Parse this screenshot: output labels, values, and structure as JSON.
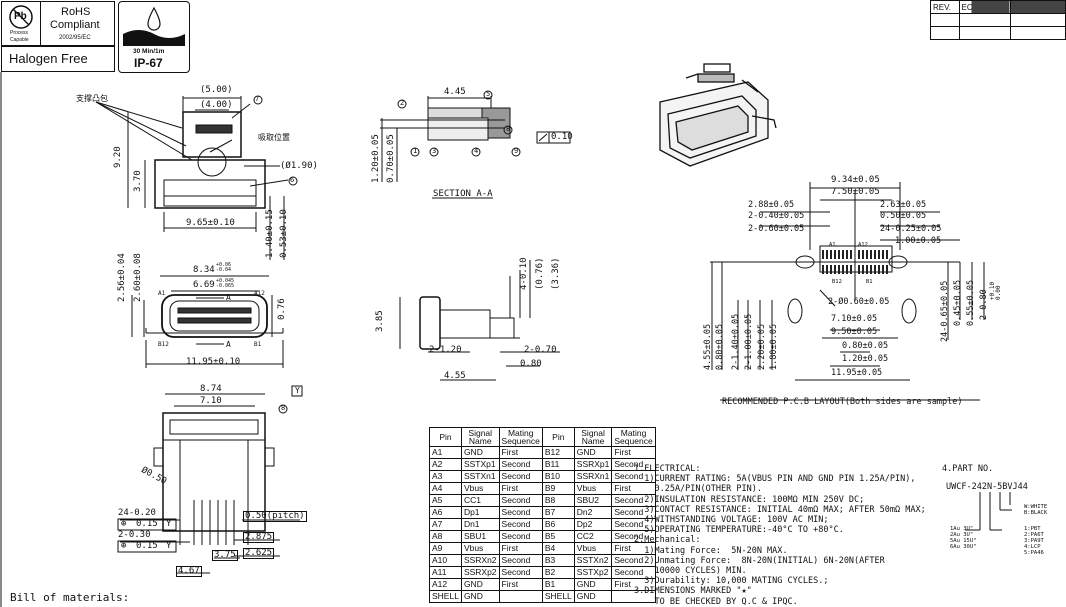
{
  "badges": {
    "pb": {
      "symbol": "Pb",
      "line1": "Process",
      "line2": "Capable"
    },
    "rohs": {
      "line1": "RoHS",
      "line2": "Compliant",
      "line3": "2002/95/EC"
    },
    "halogen": "Halogen Free",
    "ip": {
      "depth": "30 Min/1m",
      "rating": "IP-67"
    }
  },
  "revision_block": {
    "rev_label": "REV.",
    "ec_label": "EC"
  },
  "front_view": {
    "label_support": "支撑凸包",
    "label_pickup": "吸取位置",
    "d_5_00": "(5.00)",
    "d_4_00": "(4.00)",
    "callout_7": "7",
    "callout_6": "6",
    "d_phi190": "(Ø1.90)",
    "d_9_20": "9.20",
    "d_3_70": "3.70",
    "d_9_65": "9.65±0.10",
    "d_1_40": "1.40±0.15",
    "d_0_53": "0.53±0.10"
  },
  "section_view": {
    "d_4_45": "4.45",
    "d_1_20": "1.20±0.05",
    "d_0_70": "0.70±0.05",
    "flat": "0.10",
    "callouts": [
      "1",
      "2",
      "3",
      "4",
      "5",
      "8",
      "9"
    ],
    "title": "SECTION A-A"
  },
  "opening_view": {
    "d_8_34": "8.34",
    "d_8_34_tol": "+0.06\n-0.04",
    "d_6_69": "6.69",
    "d_6_69_tol": "+0.045\n-0.065",
    "d_2_56": "2.56±0.04",
    "d_2_60": "2.60±0.08",
    "d_0_76": "0.76",
    "d_11_95": "11.95±0.10",
    "pin_a1": "A1",
    "pin_a12": "A12",
    "pin_b12": "B12",
    "pin_b1": "B1",
    "sec_a": "A"
  },
  "side_view": {
    "d_4_010": "4-0.10",
    "d_076": "(0.76)",
    "d_336": "(3.36)",
    "d_385": "3.85",
    "d_2_120": "2-1.20",
    "d_2_070": "2-0.70",
    "d_080": "0.80",
    "d_455": "4.55"
  },
  "bottom_view": {
    "d_874": "8.74",
    "d_710": "7.10",
    "datum_y": "Y",
    "callout_8": "8",
    "d_phi050": "Ø0.50",
    "d_24_020": "24-0.20",
    "tol_1": "0.15",
    "d_2_030": "2-0.30",
    "tol_2": "0.15",
    "pitch": "0.50(pitch)",
    "d_2875": "2.875",
    "d_2625": "2.625",
    "d_375": "3.75",
    "d_467": "4.67",
    "bom": "Bill of materials:"
  },
  "pcb_layout": {
    "d_934": "9.34±0.05",
    "d_750": "7.50±0.05",
    "d_288": "2.88±0.05",
    "d_2_040": "2-0.40±0.05",
    "d_2_060": "2-0.60±0.05",
    "d_263": "2.63±0.05",
    "d_050": "0.50±0.05",
    "d_24_025": "24-0.25±0.05",
    "d_100": "1.00±0.05",
    "pin_a1": "A1",
    "pin_a12": "A12",
    "pin_b12": "B12",
    "pin_b1": "B1",
    "d_2_060b": "2-Ø0.60±0.05",
    "d_710": "7.10±0.05",
    "d_950": "9.50±0.05",
    "d_080": "0.80±0.05",
    "d_120": "1.20±0.05",
    "d_1195": "11.95±0.05",
    "v_455": "4.55±0.05",
    "v_080": "0.80±0.05",
    "v_2_140": "2-1.40±0.05",
    "v_2_100": "2-1.00±0.05",
    "v_220": "2.20±0.05",
    "v_180": "1.80±0.05",
    "v_24_065": "24-0.65±0.05",
    "v_045": "0.45±0.05",
    "v_055": "0.55±0.05",
    "v_2_080": "2-0.80",
    "v_2_080_tol": "+0.10\n0.00",
    "title": "RECOMMENDED P.C.B LAYOUT(Both sides are sample)"
  },
  "pin_table": {
    "headers": [
      "Pin",
      "Signal\nName",
      "Mating\nSequence",
      "Pin",
      "Signal\nName",
      "Mating\nSequence"
    ],
    "rows": [
      [
        "A1",
        "GND",
        "First",
        "B12",
        "GND",
        "First"
      ],
      [
        "A2",
        "SSTXp1",
        "Second",
        "B11",
        "SSRXp1",
        "Second"
      ],
      [
        "A3",
        "SSTXn1",
        "Second",
        "B10",
        "SSRXn1",
        "Second"
      ],
      [
        "A4",
        "Vbus",
        "First",
        "B9",
        "Vbus",
        "First"
      ],
      [
        "A5",
        "CC1",
        "Second",
        "B8",
        "SBU2",
        "Second"
      ],
      [
        "A6",
        "Dp1",
        "Second",
        "B7",
        "Dn2",
        "Second"
      ],
      [
        "A7",
        "Dn1",
        "Second",
        "B6",
        "Dp2",
        "Second"
      ],
      [
        "A8",
        "SBU1",
        "Second",
        "B5",
        "CC2",
        "Second"
      ],
      [
        "A9",
        "Vbus",
        "First",
        "B4",
        "Vbus",
        "First"
      ],
      [
        "A10",
        "SSRXn2",
        "Second",
        "B3",
        "SSTXn2",
        "Second"
      ],
      [
        "A11",
        "SSRXp2",
        "Second",
        "B2",
        "SSTXp2",
        "Second"
      ],
      [
        "A12",
        "GND",
        "First",
        "B1",
        "GND",
        "First"
      ],
      [
        "SHELL",
        "GND",
        "",
        "SHELL",
        "GND",
        ""
      ]
    ]
  },
  "notes": {
    "text": "1.ELECTRICAL:\n  1)CURRENT RATING: 5A(VBUS PIN AND GND PIN 1.25A/PIN),\n    0.25A/PIN(OTHER PIN).\n  2)INSULATION RESISTANCE: 100MΩ MIN 250V DC;\n  3)CONTACT RESISTANCE: INITIAL 40mΩ MAX; AFTER 50mΩ MAX;\n  4)WITHSTANDING VOLTAGE: 100V AC MIN;\n  5)OPERATING TEMPERATURE:-40°C TO +80°C.\n2.Mechanical:\n  1)Mating Force:  5N-20N MAX.\n  2)Unmating Force:  8N-20N(INITIAL) 6N-20N(AFTER\n    10000 CYCLES) MIN.\n  3)Durability: 10,000 MATING CYCLES.;\n3.DIMENSIONS MARKED \"★\"\n    TO BE CHECKED BY Q.C & IPQC."
  },
  "part": {
    "title": "4.PART NO.",
    "number": "UWCF-242N-5BVJ44",
    "color_opts": "W:WHITE\nB:BLACK",
    "plating_opts": "1Au 3U\"\n2Au 3U\"\n5Au 15U\"\n6Au 30U\"",
    "pkg_opts": "1:PBT\n2:PA6T\n3:PA9T\n4:LCP\n5:PA46"
  }
}
